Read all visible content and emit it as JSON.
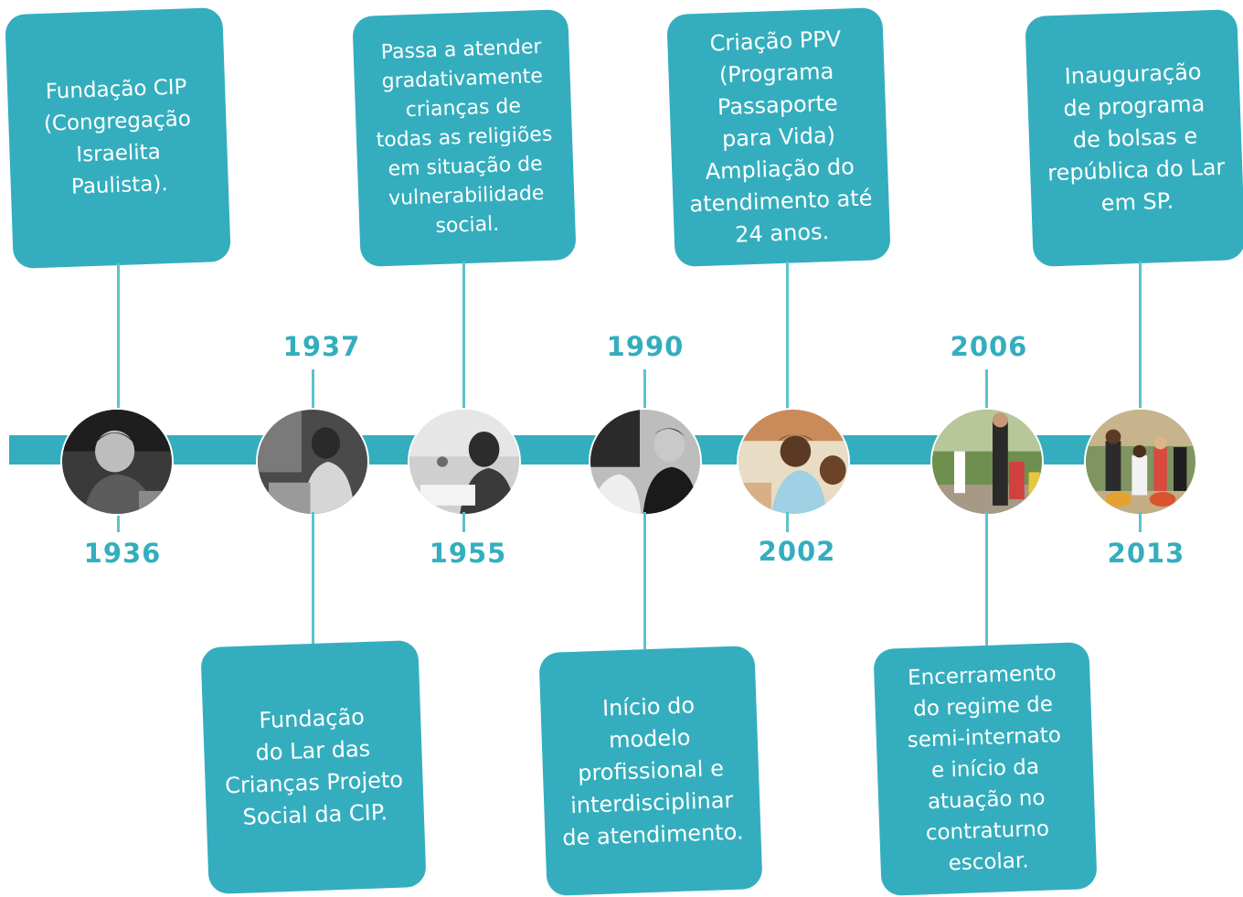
{
  "colors": {
    "accent": "#34aebe",
    "connector": "#5fc1cb",
    "text_on_card": "#ffffff"
  },
  "events": [
    {
      "year": "1936",
      "text": "Fundação CIP\n(Congregação\nIsraelita\nPaulista).",
      "photo": "grayscale"
    },
    {
      "year": "1937",
      "text": "Fundação\ndo Lar das\nCrianças Projeto\nSocial da CIP.",
      "photo": "grayscale"
    },
    {
      "year": "1955",
      "text": "Passa a atender\ngradativamente\ncrianças de\ntodas as religiões\nem situação de\nvulnerabilidade\nsocial.",
      "photo": "grayscale"
    },
    {
      "year": "1990",
      "text": "Início do\nmodelo\nprofissional e\ninterdisciplinar\nde atendimento.",
      "photo": "grayscale"
    },
    {
      "year": "2002",
      "text": "Criação PPV\n(Programa\nPassaporte\npara Vida)\nAmpliação do\natendimento até\n24 anos.",
      "photo": "color"
    },
    {
      "year": "2006",
      "text": "Encerramento\ndo regime de\nsemi-internato\ne início da\natuação no\ncontraturno\nescolar.",
      "photo": "color"
    },
    {
      "year": "2013",
      "text": "Inauguração\nde programa\nde bolsas e\nrepública do Lar\nem SP.",
      "photo": "color"
    }
  ]
}
